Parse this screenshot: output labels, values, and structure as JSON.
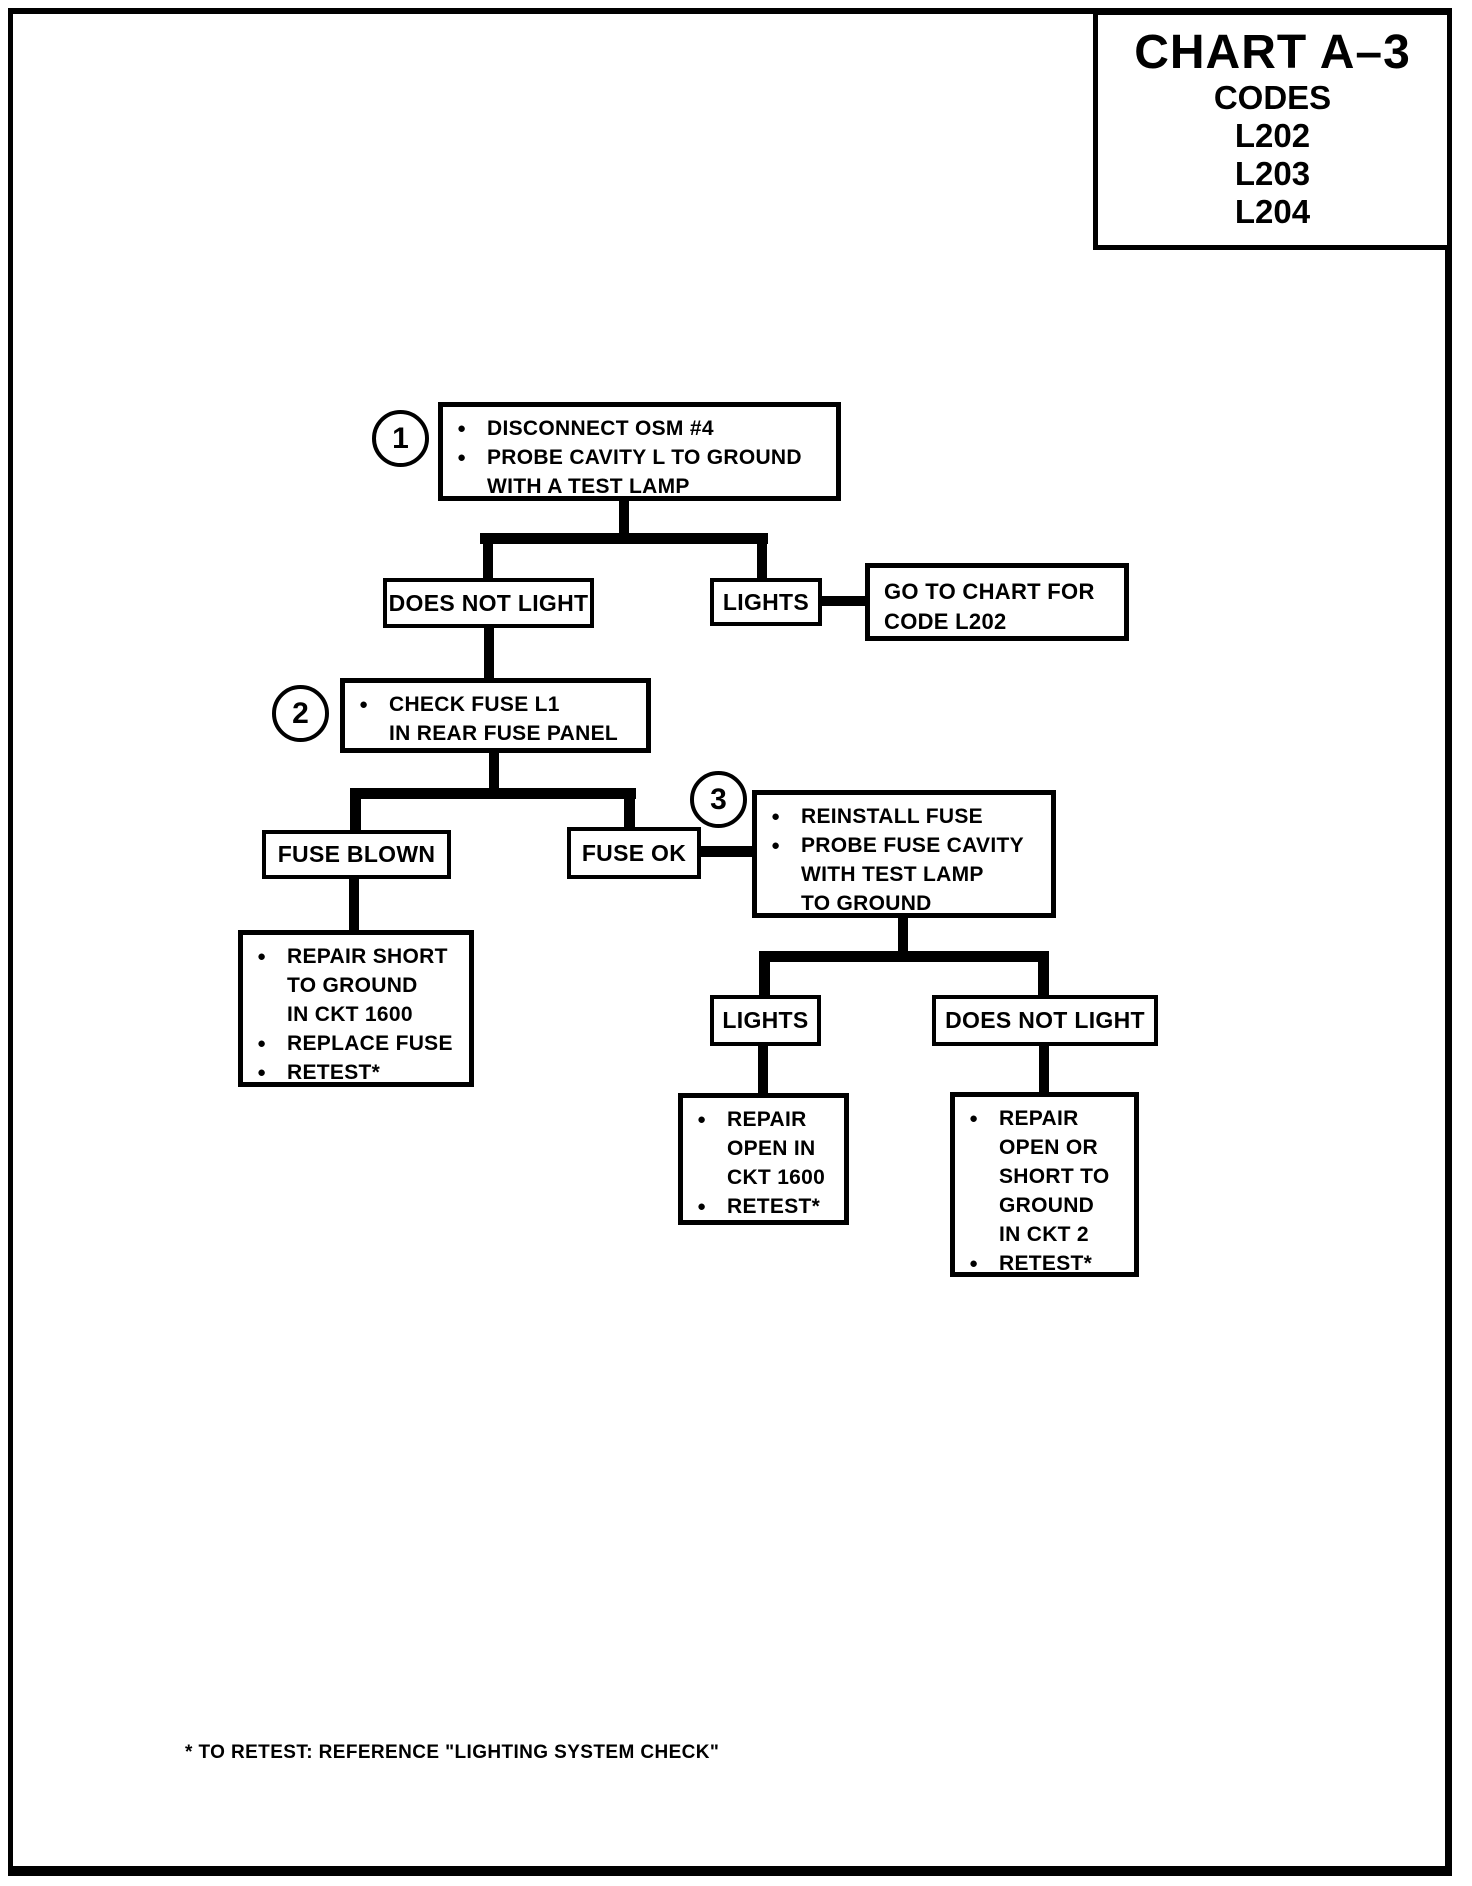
{
  "bullet_char": "●",
  "header": {
    "title": "CHART A–3",
    "codes_heading": "CODES",
    "codes": [
      "L202",
      "L203",
      "L204"
    ]
  },
  "flowchart": {
    "step1": {
      "number": "1",
      "lines": [
        {
          "b": true,
          "t": "DISCONNECT OSM #4"
        },
        {
          "b": true,
          "t": "PROBE CAVITY L TO GROUND"
        },
        {
          "b": false,
          "t": "WITH A TEST LAMP"
        }
      ]
    },
    "branch1": {
      "does_not_light": "DOES NOT LIGHT",
      "lights": "LIGHTS"
    },
    "goto_chart": {
      "line1": "GO TO CHART FOR",
      "line2": "CODE L202"
    },
    "step2": {
      "number": "2",
      "lines": [
        {
          "b": true,
          "t": "CHECK FUSE L1"
        },
        {
          "b": false,
          "t": "IN REAR FUSE PANEL"
        }
      ]
    },
    "branch2": {
      "fuse_blown": "FUSE BLOWN",
      "fuse_ok": "FUSE OK"
    },
    "repair_short": {
      "lines": [
        {
          "b": true,
          "t": "REPAIR SHORT"
        },
        {
          "b": false,
          "t": "TO GROUND"
        },
        {
          "b": false,
          "t": "IN CKT 1600"
        },
        {
          "b": true,
          "t": "REPLACE FUSE"
        },
        {
          "b": true,
          "t": "RETEST*"
        }
      ]
    },
    "step3": {
      "number": "3",
      "lines": [
        {
          "b": true,
          "t": "REINSTALL FUSE"
        },
        {
          "b": true,
          "t": "PROBE FUSE CAVITY"
        },
        {
          "b": false,
          "t": "WITH TEST LAMP"
        },
        {
          "b": false,
          "t": "TO GROUND"
        }
      ]
    },
    "branch3": {
      "lights": "LIGHTS",
      "does_not_light": "DOES NOT LIGHT"
    },
    "repair_open": {
      "lines": [
        {
          "b": true,
          "t": "REPAIR"
        },
        {
          "b": false,
          "t": "OPEN IN"
        },
        {
          "b": false,
          "t": "CKT 1600"
        },
        {
          "b": true,
          "t": "RETEST*"
        }
      ]
    },
    "repair_open_short": {
      "lines": [
        {
          "b": true,
          "t": "REPAIR"
        },
        {
          "b": false,
          "t": "OPEN OR"
        },
        {
          "b": false,
          "t": "SHORT TO"
        },
        {
          "b": false,
          "t": "GROUND"
        },
        {
          "b": false,
          "t": "IN CKT 2"
        },
        {
          "b": true,
          "t": "RETEST*"
        }
      ]
    }
  },
  "footer": {
    "note": "* TO RETEST: REFERENCE \"LIGHTING SYSTEM CHECK\""
  }
}
